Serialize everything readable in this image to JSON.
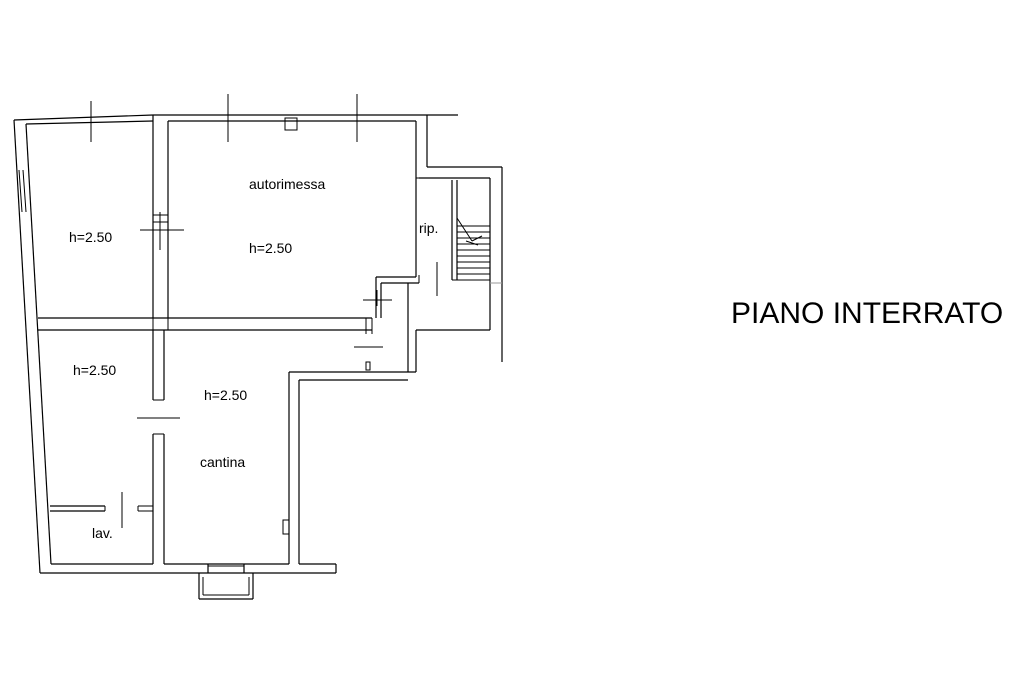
{
  "title": "PIANO INTERRATO",
  "rooms": {
    "top_left": {
      "height": "h=2.50"
    },
    "garage": {
      "name": "autorimessa",
      "height": "h=2.50"
    },
    "storage_landing": {
      "name": "rip."
    },
    "bottom_left": {
      "height": "h=2.50"
    },
    "cellar": {
      "name": "cantina",
      "height": "h=2.50"
    },
    "laundry": {
      "name": "lav."
    }
  }
}
